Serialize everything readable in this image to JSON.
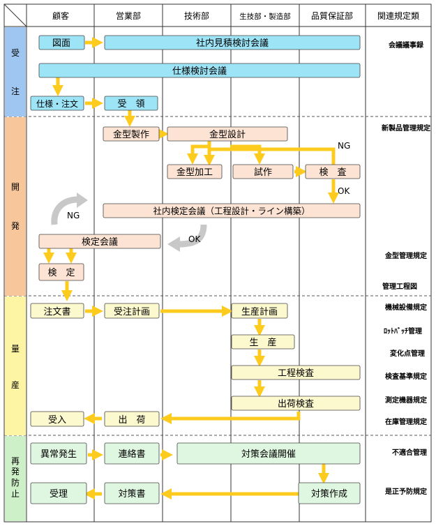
{
  "header": {
    "columns": [
      "顧客",
      "営業部",
      "技術部",
      "生技部・製造部",
      "品質保証部",
      "関連規定類"
    ]
  },
  "phases": [
    {
      "label": "受\n注",
      "color": "#9ec6f0"
    },
    {
      "label": "開\n発",
      "color": "#f7c79b"
    },
    {
      "label": "量\n産",
      "color": "#fdf5a4"
    },
    {
      "label": "再\n発\n防\n止",
      "color": "#cdf0c8"
    }
  ],
  "boxes": {
    "zumen": "図面",
    "shanai_mitsumori": "社内見積検討会議",
    "shiyou_kentou": "仕様検討会議",
    "shiyou_chuumon": "仕様・注文",
    "juryou": "受　領",
    "kanagata_seisaku": "金型製作",
    "kanagata_sekkei": "金型設計",
    "kanagata_kakou": "金型加工",
    "shisaku": "試作",
    "kensa": "検　査",
    "shanai_kentei": "社内検定会議（工程設計・ライン構築）",
    "kentei_kaigi": "検定会議",
    "kentei": "検　定",
    "chuumonsho": "注文書",
    "juchuu_keikaku": "受注計画",
    "seisan_keikaku": "生産計画",
    "seisan": "生　産",
    "koutei_kensa": "工程検査",
    "shukka_kensa": "出荷検査",
    "ukeire": "受入",
    "shukka": "出　荷",
    "ijou_hassei": "異常発生",
    "renrakusho": "連絡書",
    "taisaku_kaigi": "対策会議開催",
    "juri": "受理",
    "taisakusho": "対策書",
    "taisaku_sakusei": "対策作成"
  },
  "labels": {
    "ng1": "NG",
    "ok1": "OK",
    "ng2": "NG",
    "ok2": "OK"
  },
  "regulations": [
    "会議議事録",
    "新製品管理規定",
    "金型管理規定",
    "管理工程図",
    "機械設備規定",
    "ﾛｯﾄﾊﾞｯﾁ管理",
    "変化点管理",
    "検査基準規定",
    "測定機器規定",
    "在庫管理規定",
    "不適合管理",
    "是正予防規定"
  ],
  "colors": {
    "blue_box": "#9ee4f7",
    "peach_box": "#fde3d3",
    "yellow_box": "#fdf9cf",
    "green_box": "#dff6e0",
    "arrow": "#fccb1e",
    "gray_arrow": "#c8c8c8"
  }
}
